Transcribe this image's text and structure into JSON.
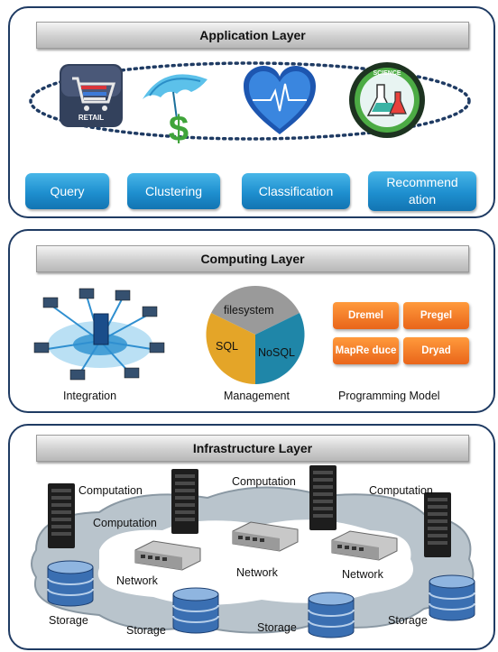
{
  "application": {
    "title": "Application Layer",
    "icons": [
      {
        "name": "retail-cart-icon",
        "label": "RETAIL"
      },
      {
        "name": "umbrella-dollar-icon"
      },
      {
        "name": "heart-monitor-icon"
      },
      {
        "name": "science-flask-icon",
        "label": "SCIENCE"
      }
    ],
    "buttons": [
      "Query",
      "Clustering",
      "Classification",
      "Recommend ation"
    ]
  },
  "computing": {
    "title": "Computing Layer",
    "pie": {
      "top": "filesystem",
      "left": "SQL",
      "right": "NoSQL"
    },
    "models": [
      "Dremel",
      "Pregel",
      "MapRe duce",
      "Dryad"
    ],
    "captions": {
      "integration": "Integration",
      "management": "Management",
      "programming": "Programming Model"
    }
  },
  "infrastructure": {
    "title": "Infrastructure Layer",
    "computation": [
      "Computation",
      "Computation",
      "Computation",
      "Computation"
    ],
    "network": [
      "Network",
      "Network",
      "Network"
    ],
    "storage": [
      "Storage",
      "Storage",
      "Storage",
      "Storage"
    ]
  },
  "colors": {
    "border": "#1f3b63",
    "button_blue": "#1e8fcf",
    "orange": "#e9651a",
    "cloud": "#b9c4cc"
  }
}
